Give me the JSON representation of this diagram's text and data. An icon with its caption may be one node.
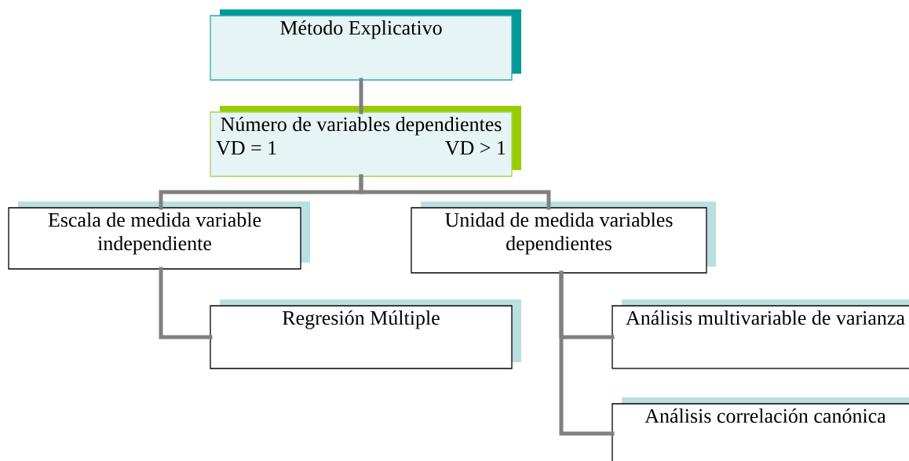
{
  "diagram": {
    "nodes": [
      {
        "text": [
          "Método Explicativo"
        ]
      },
      {
        "text": [
          "Número de variables dependientes",
          "VD = 1",
          "VD > 1"
        ]
      },
      {
        "text": [
          "Escala de medida variable independiente"
        ]
      },
      {
        "text": [
          "Unidad de medida variables dependientes"
        ]
      },
      {
        "text": [
          "Regresión Múltiple"
        ]
      },
      {
        "text": [
          "Análisis multivariable de varianza"
        ]
      },
      {
        "text": [
          "Análisis correlación canónica"
        ]
      }
    ],
    "edges": [
      {
        "from": 0,
        "to": 1,
        "arrow": "none"
      },
      {
        "from": 1,
        "to": 2,
        "arrow": "none"
      },
      {
        "from": 1,
        "to": 3,
        "arrow": "none"
      },
      {
        "from": 2,
        "to": 4,
        "arrow": "none"
      },
      {
        "from": 3,
        "to": 5,
        "arrow": "none"
      },
      {
        "from": 3,
        "to": 6,
        "arrow": "none"
      }
    ]
  }
}
